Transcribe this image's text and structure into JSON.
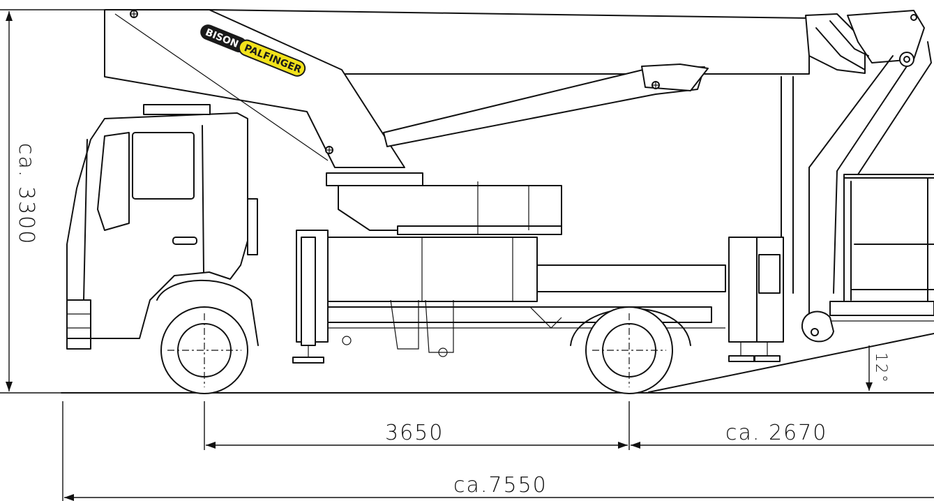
{
  "brand": {
    "name_left": "BISON",
    "name_right": "PALFINGER",
    "colors": {
      "logo_dark": "#1a1a1a",
      "logo_yellow": "#f2e21b"
    }
  },
  "dimensions": {
    "height": "ca. 3300",
    "wheelbase": "3650",
    "rear_overhang": "ca. 2670",
    "total_length": "ca.7550",
    "angle": "12°"
  }
}
